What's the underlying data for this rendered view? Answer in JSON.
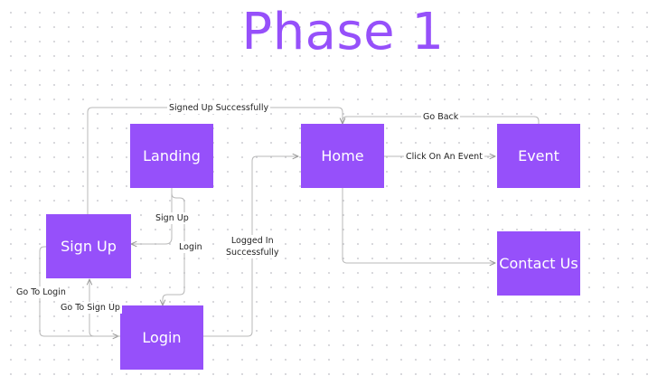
{
  "title": "Phase 1",
  "nodes": {
    "landing": "Landing",
    "home": "Home",
    "event": "Event",
    "signup": "Sign Up",
    "contact": "Contact Us",
    "login": "Login"
  },
  "edges": {
    "signed_up": "Signed Up Successfully",
    "go_back": "Go Back",
    "click_event": "Click On An Event",
    "sign_up": "Sign Up",
    "login": "Login",
    "logged_in_1": "Logged In",
    "logged_in_2": "Successfully",
    "go_to_login": "Go To Login",
    "go_to_signup": "Go To Sign Up"
  },
  "colors": {
    "accent": "#9650fa",
    "connector": "#b8b8b8",
    "background": "#ffffff"
  }
}
